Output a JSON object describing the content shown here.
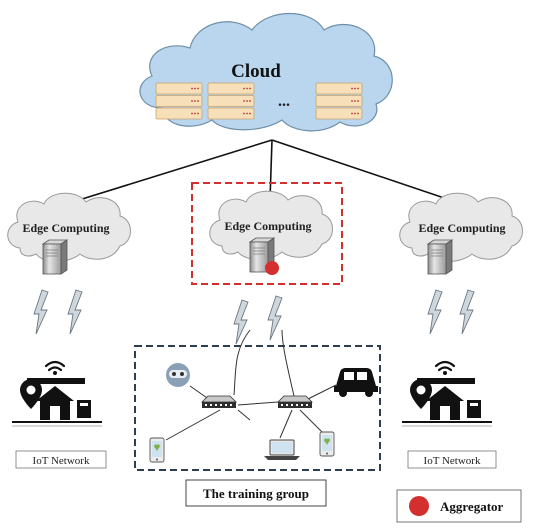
{
  "cloud": {
    "label": "Cloud",
    "ellipsis": "..."
  },
  "edge_nodes": [
    {
      "label": "Edge Computing",
      "highlighted": false
    },
    {
      "label": "Edge Computing",
      "highlighted": true
    },
    {
      "label": "Edge Computing",
      "highlighted": false
    }
  ],
  "iot_networks": [
    {
      "label": "IoT Network"
    },
    {
      "label": "IoT Network"
    }
  ],
  "training_group": {
    "label": "The training group"
  },
  "legend": {
    "label": "Aggregator",
    "marker_color": "#d32f2f"
  },
  "colors": {
    "cloud_fill": "#b9d6ee",
    "edge_cloud_fill": "#e8e8e8",
    "highlight_border": "#d32f2f",
    "group_border": "#2c3e50",
    "server_fill": "#f6dfb9",
    "server_stroke": "#c8a36a",
    "lightning_fill": "#cfd6dc",
    "aggregator": "#d32f2f"
  },
  "icons": [
    "cloud-icon",
    "rack-server-icon",
    "tower-server-icon",
    "lightning-icon",
    "router-icon",
    "car-icon",
    "laptop-icon",
    "smartphone-icon",
    "webcam-icon",
    "home-iot-icon",
    "location-pin-icon",
    "wifi-icon"
  ]
}
